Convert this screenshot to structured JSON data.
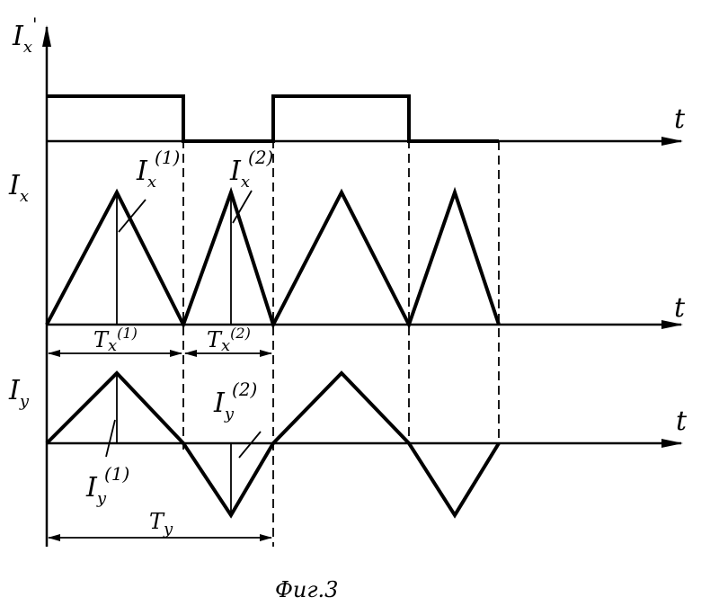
{
  "labels": {
    "ix_prime": "I",
    "ix_prime_sub": "x",
    "ix_prime_mark": "'",
    "ix": "I",
    "ix_sub": "x",
    "iy": "I",
    "iy_sub": "y",
    "t": "t",
    "ix1_main": "I",
    "ix1_sub": "x",
    "ix1_sup": "(1)",
    "ix2_main": "I",
    "ix2_sub": "x",
    "ix2_sup": "(2)",
    "iy1_main": "I",
    "iy1_sub": "y",
    "iy1_sup": "(1)",
    "iy2_main": "I",
    "iy2_sub": "y",
    "iy2_sup": "(2)",
    "tx1_main": "T",
    "tx1_sub": "x",
    "tx1_sup": "(1)",
    "tx2_main": "T",
    "tx2_sub": "x",
    "tx2_sup": "(2)",
    "ty_main": "T",
    "ty_sub": "y"
  },
  "caption": "Фиг.3"
}
